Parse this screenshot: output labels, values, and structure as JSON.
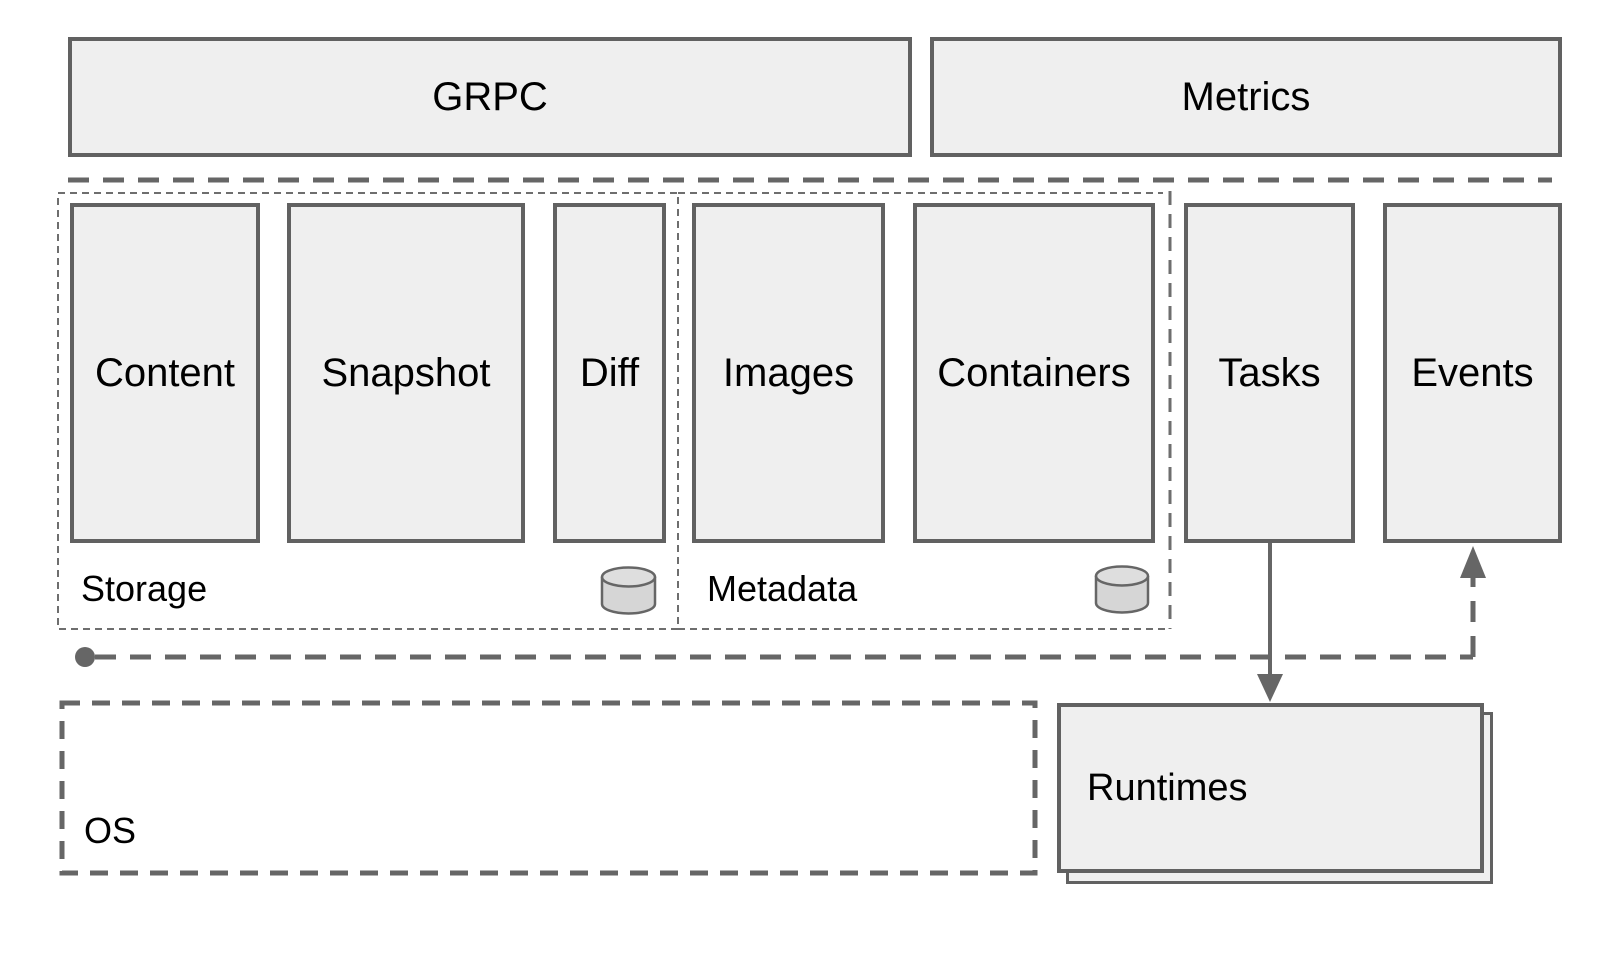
{
  "api": {
    "grpc_label": "GRPC",
    "metrics_label": "Metrics"
  },
  "services": {
    "content": "Content",
    "snapshot": "Snapshot",
    "diff": "Diff",
    "images": "Images",
    "containers": "Containers",
    "tasks": "Tasks",
    "events": "Events"
  },
  "sections": {
    "storage": "Storage",
    "metadata": "Metadata",
    "os": "OS"
  },
  "runtimes": {
    "label": "Runtimes"
  },
  "icons": {
    "storage_db": "database-icon",
    "metadata_db": "database-icon"
  },
  "colors": {
    "background": "#ffffff",
    "box_fill": "#efefef",
    "box_border": "#616161",
    "line": "#666666",
    "cylinder_fill": "#d6d6d6",
    "cylinder_top_fill": "#dedede",
    "text": "#000000"
  }
}
